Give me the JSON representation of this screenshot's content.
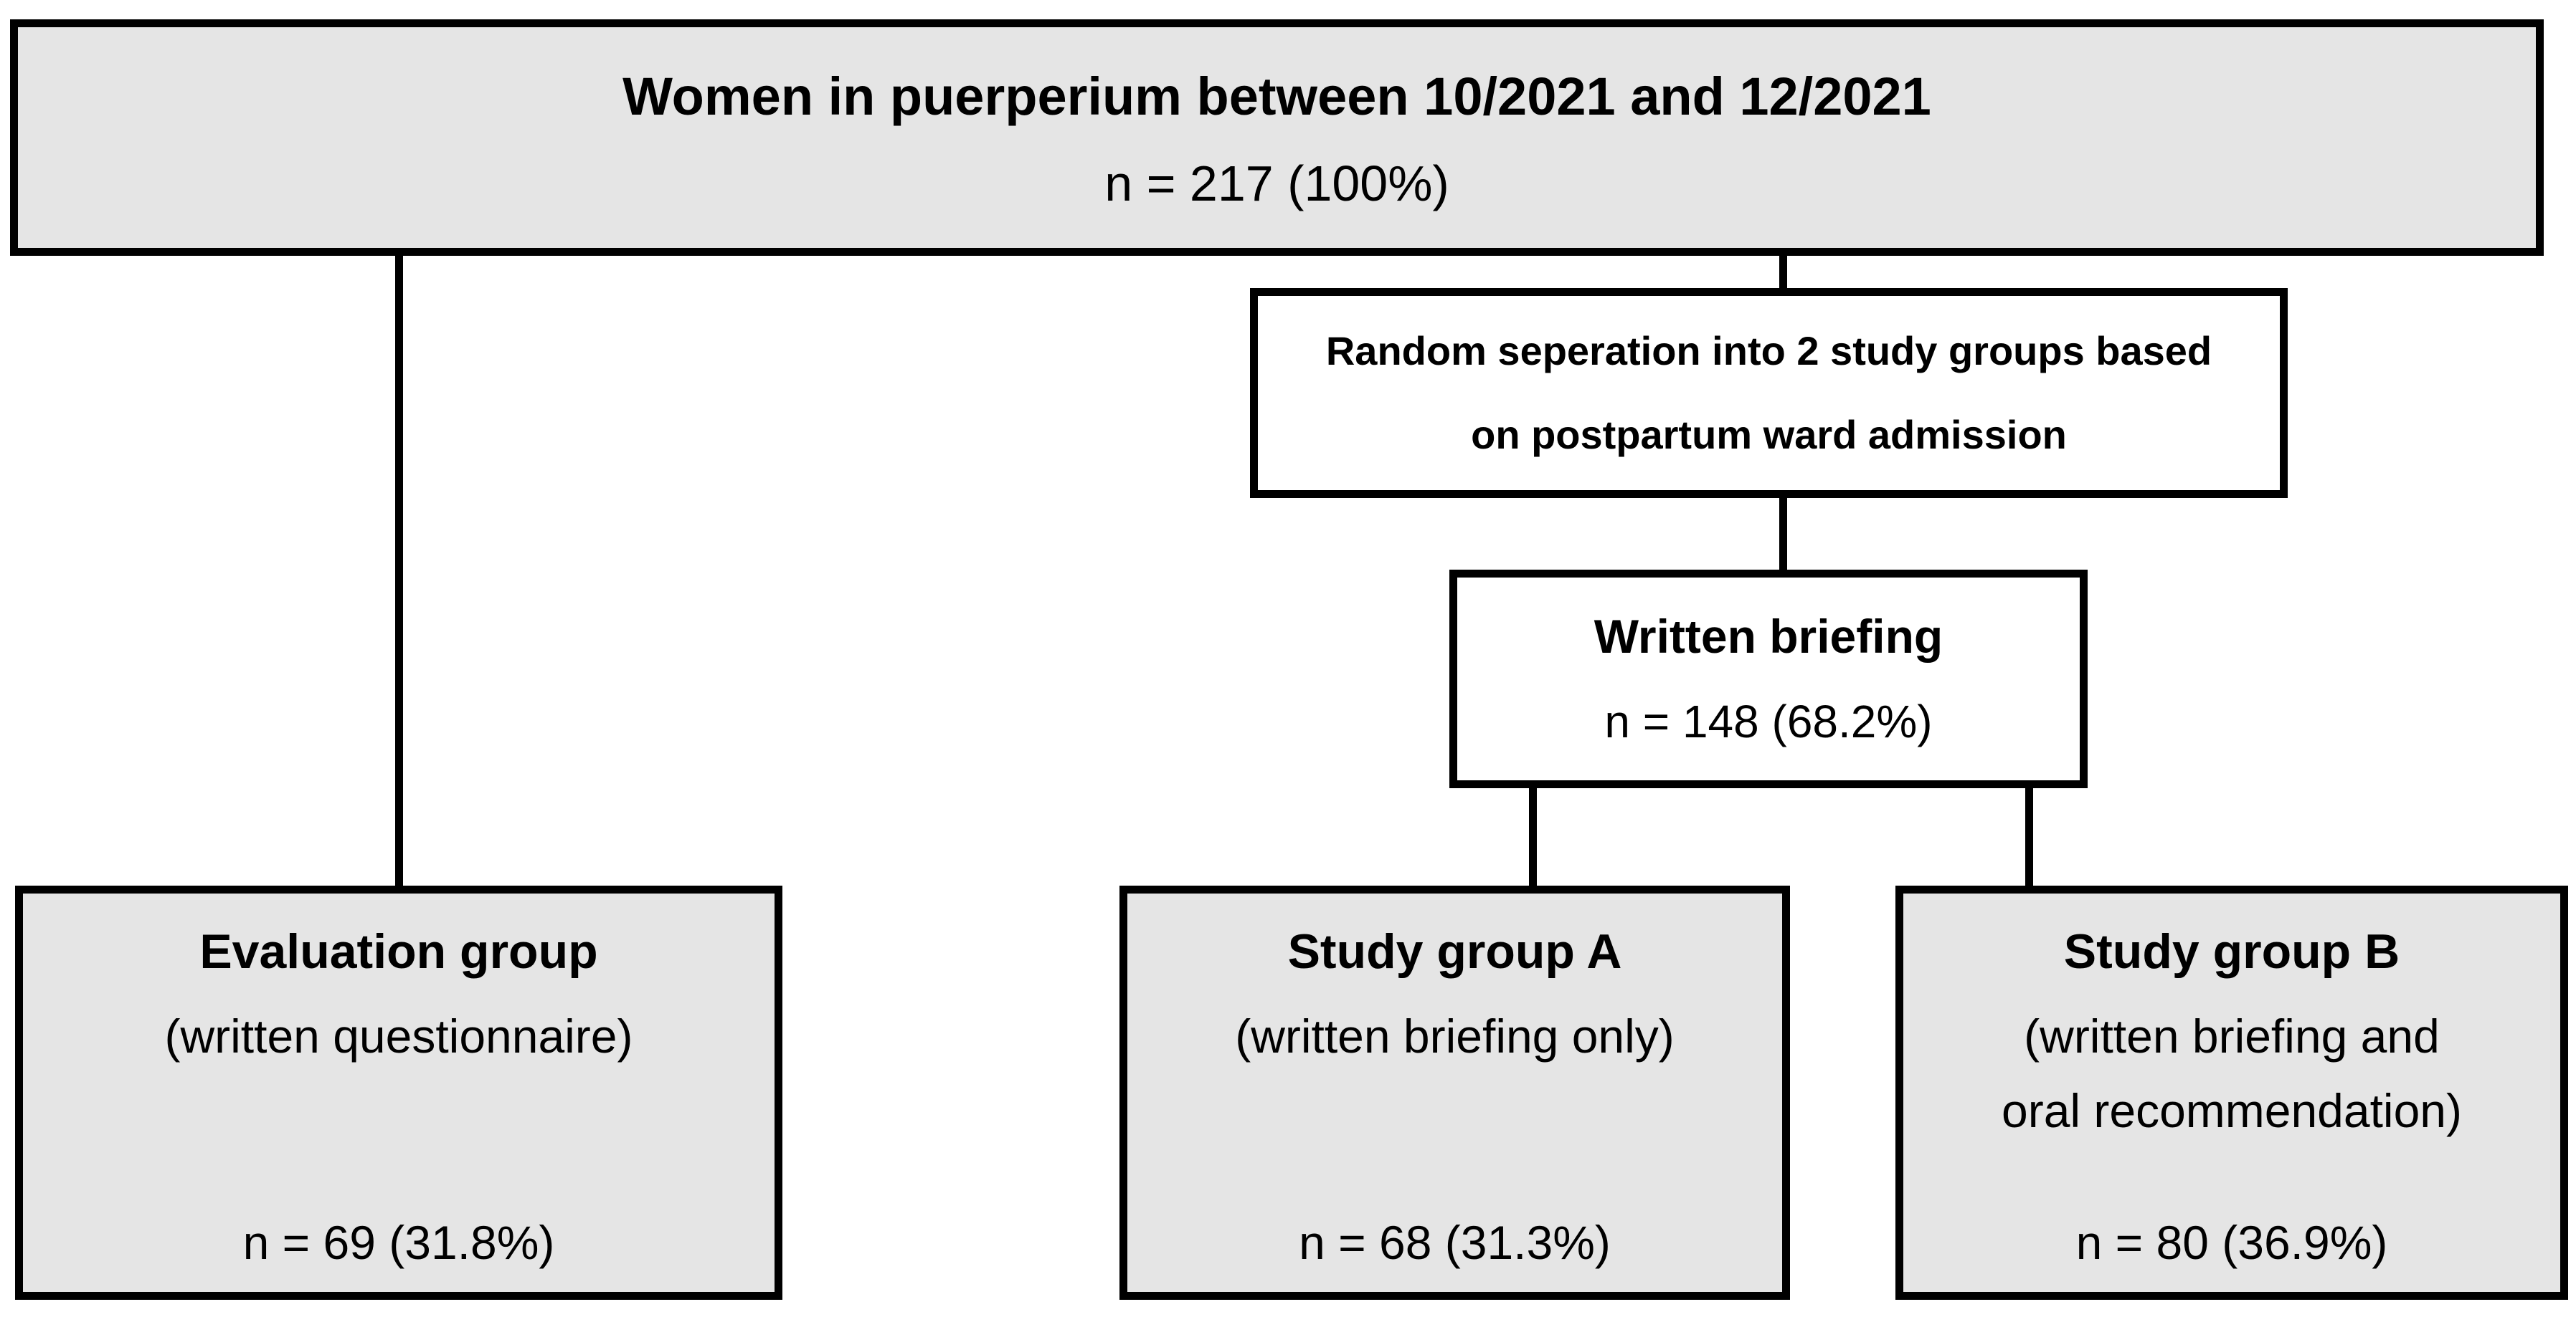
{
  "diagram": {
    "type": "study-flow-chart",
    "colors": {
      "box_fill_shaded": "#e5e5e5",
      "box_fill_plain": "#ffffff",
      "border": "#000000",
      "text": "#000000",
      "background": "#ffffff"
    },
    "nodes": {
      "cohort": {
        "title": "Women in puerperium between 10/2021 and 12/2021",
        "count": "n = 217 (100%)",
        "n": 217,
        "percent": "100%"
      },
      "randomization": {
        "line1": "Random seperation into 2 study groups based",
        "line2": "on postpartum ward admission"
      },
      "written_briefing": {
        "title": "Written briefing",
        "count": "n = 148 (68.2%)",
        "n": 148,
        "percent": "68.2%"
      },
      "evaluation_group": {
        "title": "Evaluation group",
        "subtitle1": "(written questionnaire)",
        "subtitle2": "",
        "count": "n = 69 (31.8%)",
        "n": 69,
        "percent": "31.8%"
      },
      "study_group_a": {
        "title": "Study group A",
        "subtitle1": "(written briefing only)",
        "subtitle2": "",
        "count": "n = 68 (31.3%)",
        "n": 68,
        "percent": "31.3%"
      },
      "study_group_b": {
        "title": "Study group B",
        "subtitle1": "(written briefing and",
        "subtitle2": "oral recommendation)",
        "count": "n = 80 (36.9%)",
        "n": 80,
        "percent": "36.9%"
      }
    },
    "edges": [
      {
        "from": "cohort",
        "to": "evaluation_group"
      },
      {
        "from": "cohort",
        "to": "randomization"
      },
      {
        "from": "randomization",
        "to": "written_briefing"
      },
      {
        "from": "written_briefing",
        "to": "study_group_a"
      },
      {
        "from": "written_briefing",
        "to": "study_group_b"
      }
    ]
  }
}
